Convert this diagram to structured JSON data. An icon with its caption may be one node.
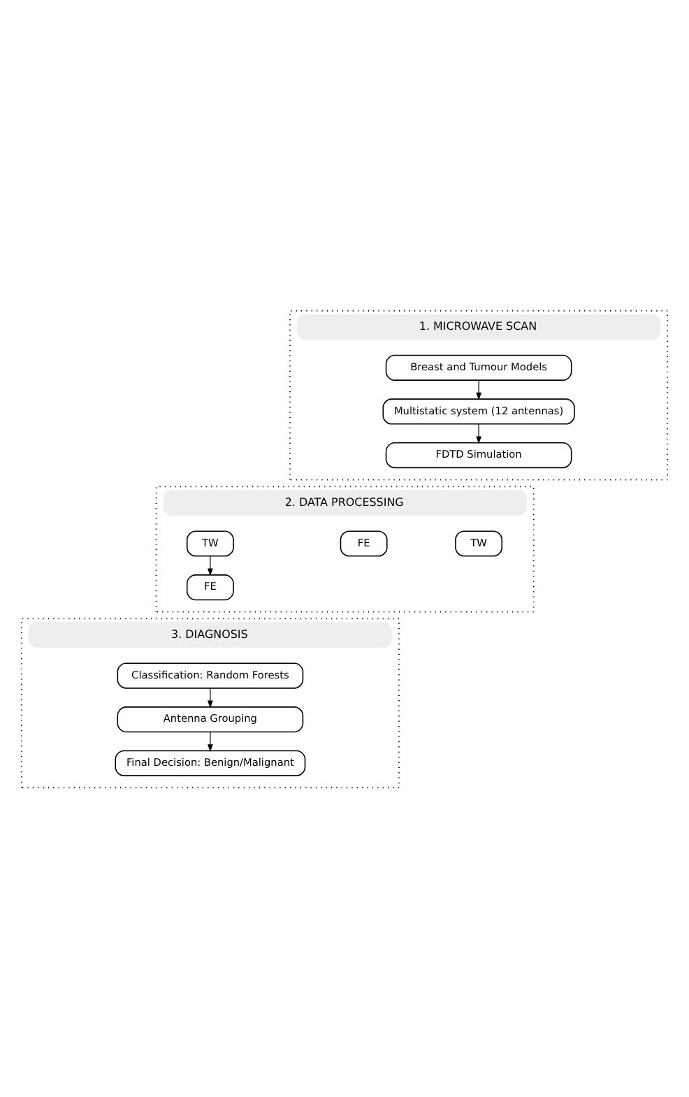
{
  "diagram": {
    "nodes": [
      {
        "text": [
          "1. MICROWAVE SCAN"
        ]
      },
      {
        "text": [
          "Breast and Tumour Models"
        ],
        "in": 0
      },
      {
        "text": [
          "Multistatic system (12 antennas)"
        ],
        "in": 0
      },
      {
        "text": [
          "FDTD Simulation"
        ],
        "in": 0
      },
      {
        "text": [
          "2. DATA PROCESSING"
        ]
      },
      {
        "text": [
          "TW"
        ],
        "in": 4
      },
      {
        "text": [
          "FE"
        ],
        "in": 4
      },
      {
        "text": [
          "TW"
        ],
        "in": 4
      },
      {
        "text": [
          "FE"
        ],
        "in": 4
      },
      {
        "text": [
          "3. DIAGNOSIS"
        ]
      },
      {
        "text": [
          "Classification: Random Forests"
        ],
        "in": 9
      },
      {
        "text": [
          "Antenna Grouping"
        ],
        "in": 9
      },
      {
        "text": [
          "Final Decision: Benign/Malignant"
        ],
        "in": 9
      }
    ],
    "edges": [
      {
        "from": 1,
        "to": 2,
        "arrow": "to"
      },
      {
        "from": 2,
        "to": 3,
        "arrow": "to"
      },
      {
        "from": 7,
        "to": 8,
        "arrow": "to"
      },
      {
        "from": 10,
        "to": 11,
        "arrow": "to"
      },
      {
        "from": 11,
        "to": 12,
        "arrow": "to"
      }
    ]
  }
}
